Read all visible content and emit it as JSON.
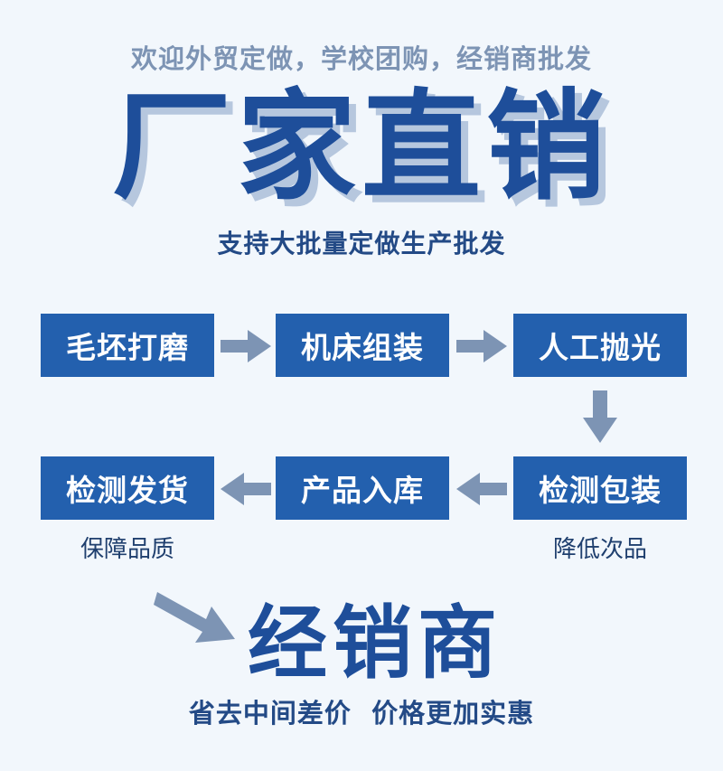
{
  "header": {
    "top_line": "欢迎外贸定做，学校团购，经销商批发",
    "hero_title": "厂家直销",
    "sub_line": "支持大批量定做生产批发"
  },
  "process": {
    "row1": [
      "毛坯打磨",
      "机床组装",
      "人工抛光"
    ],
    "row2": [
      "检测发货",
      "产品入库",
      "检测包装"
    ],
    "notes": {
      "ship": "保障品质",
      "pack": "降低次品"
    }
  },
  "footer": {
    "dealer": "经销商",
    "tagline": "省去中间差价  价格更加实惠"
  },
  "colors": {
    "box_bg": "#2360ae",
    "arrow": "#7d94b4",
    "hero": "#1e4e9a",
    "background": "#f2f7fc"
  }
}
